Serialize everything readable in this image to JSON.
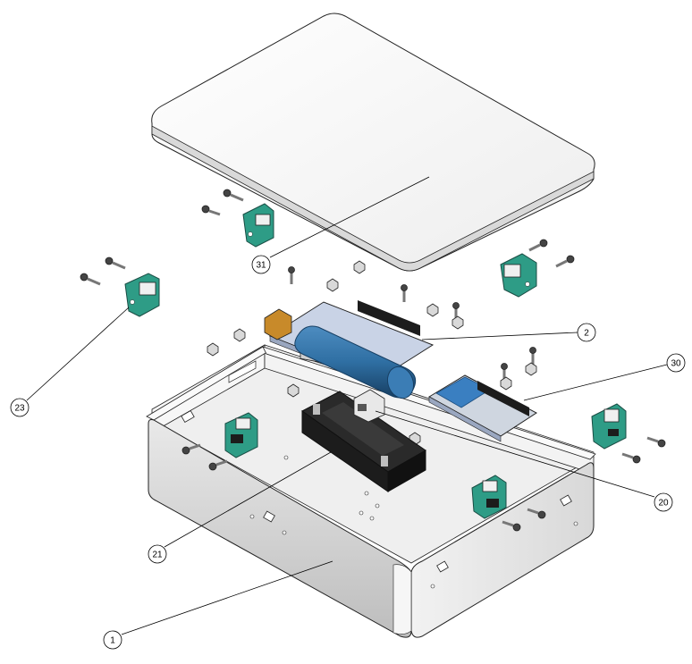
{
  "callouts": [
    {
      "id": "31",
      "label": "31"
    },
    {
      "id": "2",
      "label": "2"
    },
    {
      "id": "30",
      "label": "30"
    },
    {
      "id": "23",
      "label": "23"
    },
    {
      "id": "20",
      "label": "20"
    },
    {
      "id": "21",
      "label": "21"
    },
    {
      "id": "1",
      "label": "1"
    }
  ],
  "colors": {
    "outline": "#222222",
    "panel_light": "#f4f4f4",
    "panel_mid": "#e2e2e2",
    "panel_dark": "#c9c9c9",
    "pcb_green": "#2e9c86",
    "arduino_board": "#c9d3e6",
    "capacitor_blue": "#2f6fa3",
    "holder_black": "#1c1c1c",
    "connector_orange": "#c88a2a",
    "wifi_shield_blue": "#3a7fc1"
  }
}
